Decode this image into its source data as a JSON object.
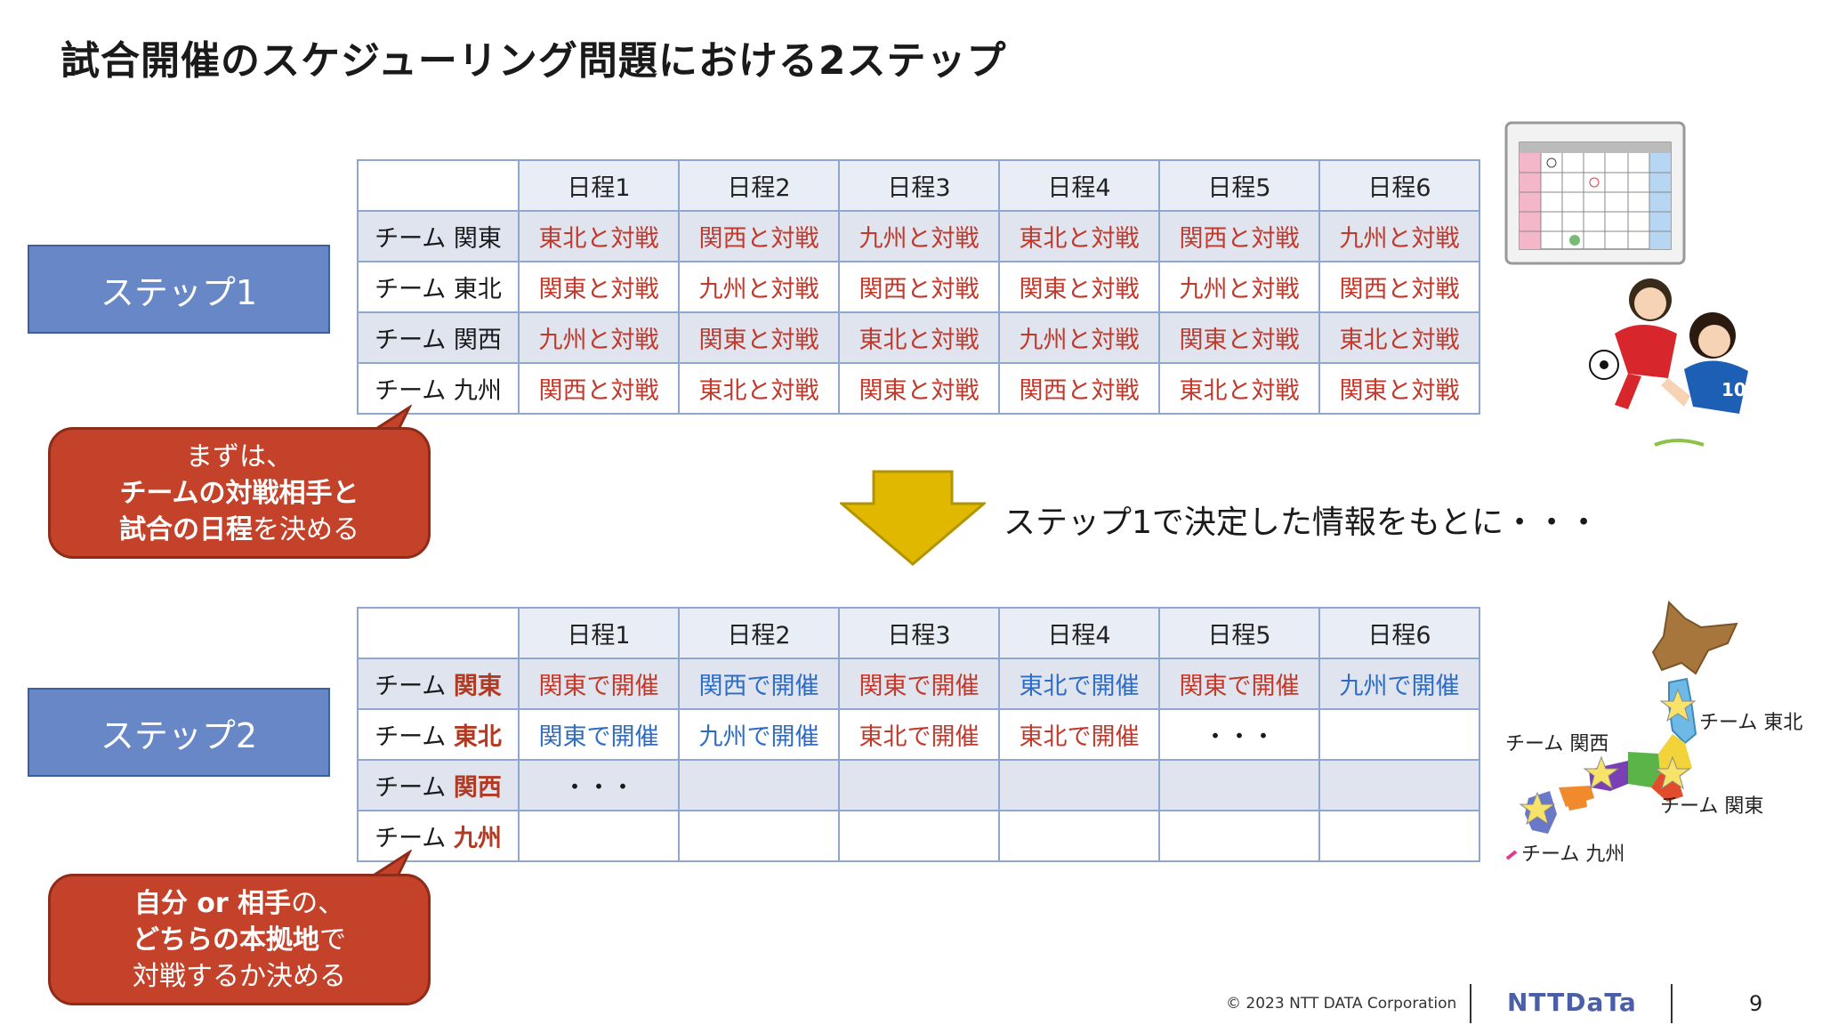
{
  "title": "試合開催のスケジューリング問題における2ステップ",
  "columns": [
    "日程1",
    "日程2",
    "日程3",
    "日程4",
    "日程5",
    "日程6"
  ],
  "step1": {
    "label": "ステップ1",
    "rows": [
      {
        "team": "チーム 関東",
        "cells": [
          "東北と対戦",
          "関西と対戦",
          "九州と対戦",
          "東北と対戦",
          "関西と対戦",
          "九州と対戦"
        ]
      },
      {
        "team": "チーム 東北",
        "cells": [
          "関東と対戦",
          "九州と対戦",
          "関西と対戦",
          "関東と対戦",
          "九州と対戦",
          "関西と対戦"
        ]
      },
      {
        "team": "チーム 関西",
        "cells": [
          "九州と対戦",
          "関東と対戦",
          "東北と対戦",
          "九州と対戦",
          "関東と対戦",
          "東北と対戦"
        ]
      },
      {
        "team": "チーム 九州",
        "cells": [
          "関西と対戦",
          "東北と対戦",
          "関東と対戦",
          "関西と対戦",
          "東北と対戦",
          "関東と対戦"
        ]
      }
    ],
    "callout": {
      "line1": "まずは、",
      "line2": "チームの対戦相手と",
      "line3_bold": "試合の日程",
      "line3_rest": "を決める"
    }
  },
  "arrow_text": "ステップ1で決定した情報をもとに・・・",
  "step2": {
    "label": "ステップ2",
    "rows": [
      {
        "team_prefix": "チーム ",
        "team_name": "関東",
        "cells": [
          "関東で開催",
          "関西で開催",
          "関東で開催",
          "東北で開催",
          "関東で開催",
          "九州で開催"
        ]
      },
      {
        "team_prefix": "チーム ",
        "team_name": "東北",
        "cells": [
          "関東で開催",
          "九州で開催",
          "東北で開催",
          "東北で開催",
          "・・・",
          ""
        ]
      },
      {
        "team_prefix": "チーム ",
        "team_name": "関西",
        "cells": [
          "・・・",
          "",
          "",
          "",
          "",
          ""
        ]
      },
      {
        "team_prefix": "チーム ",
        "team_name": "九州",
        "cells": [
          "",
          "",
          "",
          "",
          "",
          ""
        ]
      }
    ],
    "callout": {
      "line1_bold": "自分 or 相手",
      "line1_rest": "の、",
      "line2_bold": "どちらの本拠地",
      "line2_rest": "で",
      "line3": "対戦するか決める"
    }
  },
  "map_labels": {
    "tohoku": "チーム 東北",
    "kansai": "チーム 関西",
    "kanto": "チーム 関東",
    "kyushu": "チーム 九州"
  },
  "footer": {
    "copyright": "© 2023 NTT DATA Corporation",
    "logo": "NTTDaTa",
    "page": "9"
  },
  "colors": {
    "red_text": "#c0392b",
    "blue_text": "#2e6cc4",
    "step_box": "#6887c6",
    "callout": "#c4422a",
    "arrow": "#e0b800"
  }
}
